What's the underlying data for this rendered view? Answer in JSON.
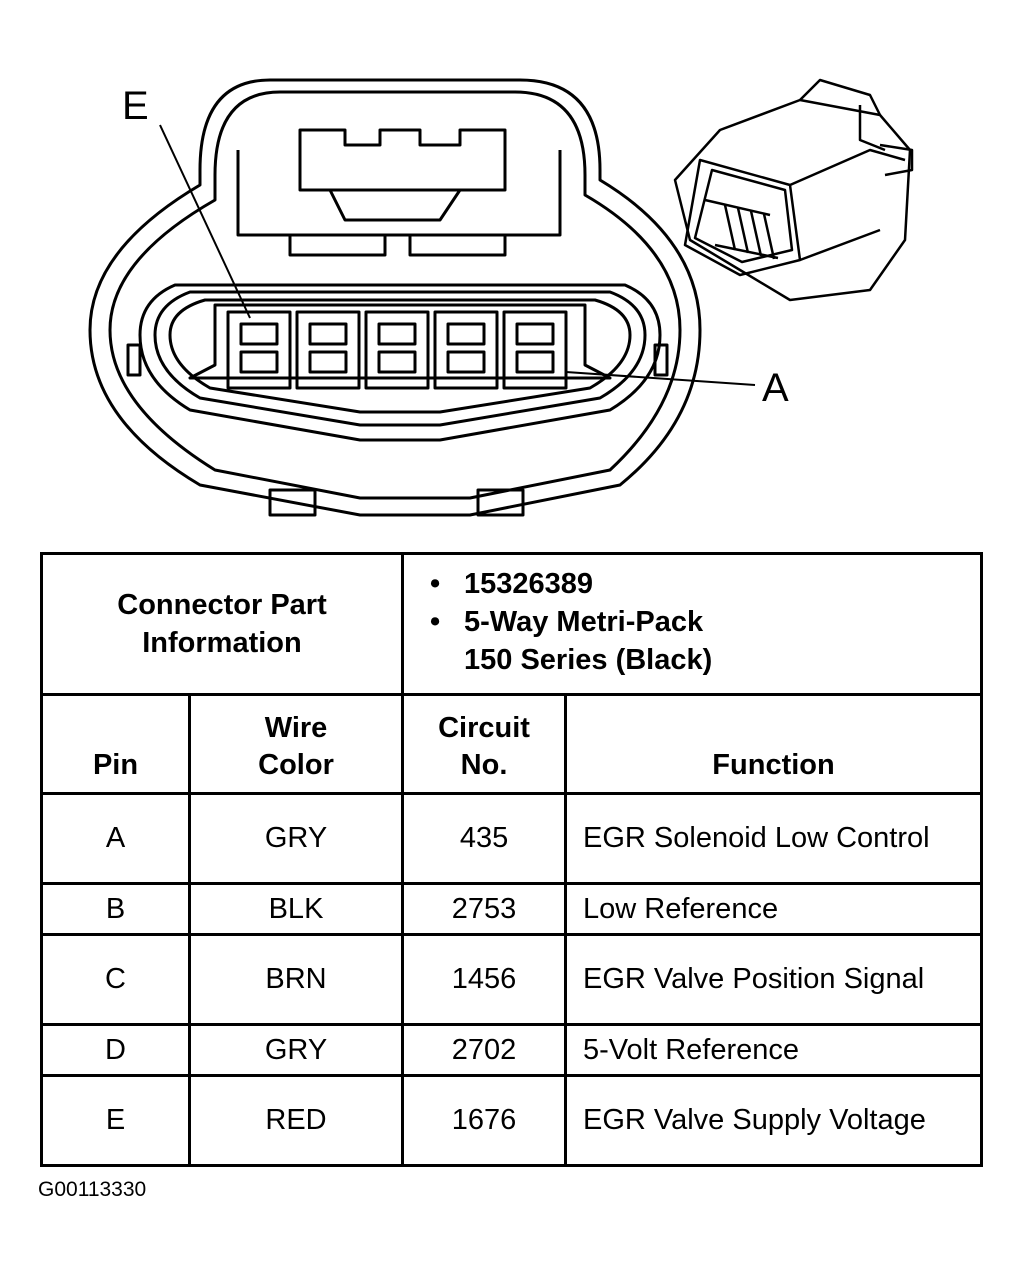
{
  "callouts": {
    "e": "E",
    "a": "A"
  },
  "table": {
    "part_info_label": "Connector Part Information",
    "part_info": [
      "15326389",
      "5-Way Metri-Pack",
      "150 Series (Black)"
    ],
    "bullet": "•",
    "columns": {
      "pin": "Pin",
      "wire_color_1": "Wire",
      "wire_color_2": "Color",
      "circuit_1": "Circuit",
      "circuit_2": "No.",
      "function": "Function"
    },
    "rows": [
      {
        "pin": "A",
        "wire": "GRY",
        "circuit": "435",
        "function": "EGR Solenoid Low Control"
      },
      {
        "pin": "B",
        "wire": "BLK",
        "circuit": "2753",
        "function": "Low Reference"
      },
      {
        "pin": "C",
        "wire": "BRN",
        "circuit": "1456",
        "function": "EGR Valve Position Signal"
      },
      {
        "pin": "D",
        "wire": "GRY",
        "circuit": "2702",
        "function": "5-Volt Reference"
      },
      {
        "pin": "E",
        "wire": "RED",
        "circuit": "1676",
        "function": "EGR Valve Supply Voltage"
      }
    ]
  },
  "figure_id": "G00113330"
}
